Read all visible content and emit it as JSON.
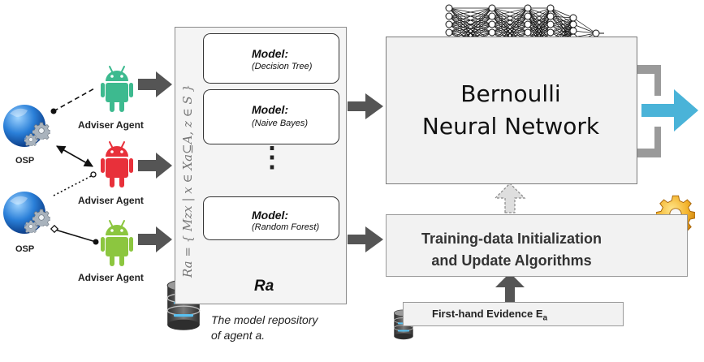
{
  "agents": [
    {
      "label": "Adviser Agent",
      "color": "#3dba8f"
    },
    {
      "label": "Adviser Agent",
      "color": "#e8303a"
    },
    {
      "label": "Adviser Agent",
      "color": "#8cc63f"
    }
  ],
  "osps": [
    {
      "label": "OSP"
    },
    {
      "label": "OSP"
    }
  ],
  "repository": {
    "formula": "Ra = { Mzx | x ∈ Xa⊆A, z ∈ S }",
    "models": [
      {
        "title": "Model:",
        "subtitle": "(Decision Tree)"
      },
      {
        "title": "Model:",
        "subtitle": "(Naive Bayes)"
      },
      {
        "title": "Model:",
        "subtitle": "(Random Forest)"
      }
    ],
    "ellipsis": "⋮",
    "label": "Ra",
    "caption_line1": "The model repository",
    "caption_line2": "of agent a."
  },
  "bnn": {
    "line1": "Bernoulli",
    "line2": "Neural Network"
  },
  "training": {
    "line1": "Training-data Initialization",
    "line2": "and Update Algorithms"
  },
  "evidence": {
    "label": "First-hand Evidence",
    "subscript_label": "E",
    "subscript": "a"
  },
  "colors": {
    "arrow_gray": "#555555",
    "output_arrow": "#4ab3d8",
    "gear": "#f0a81e",
    "globe": "#1e6fd0",
    "database": "#4a4a4a"
  }
}
